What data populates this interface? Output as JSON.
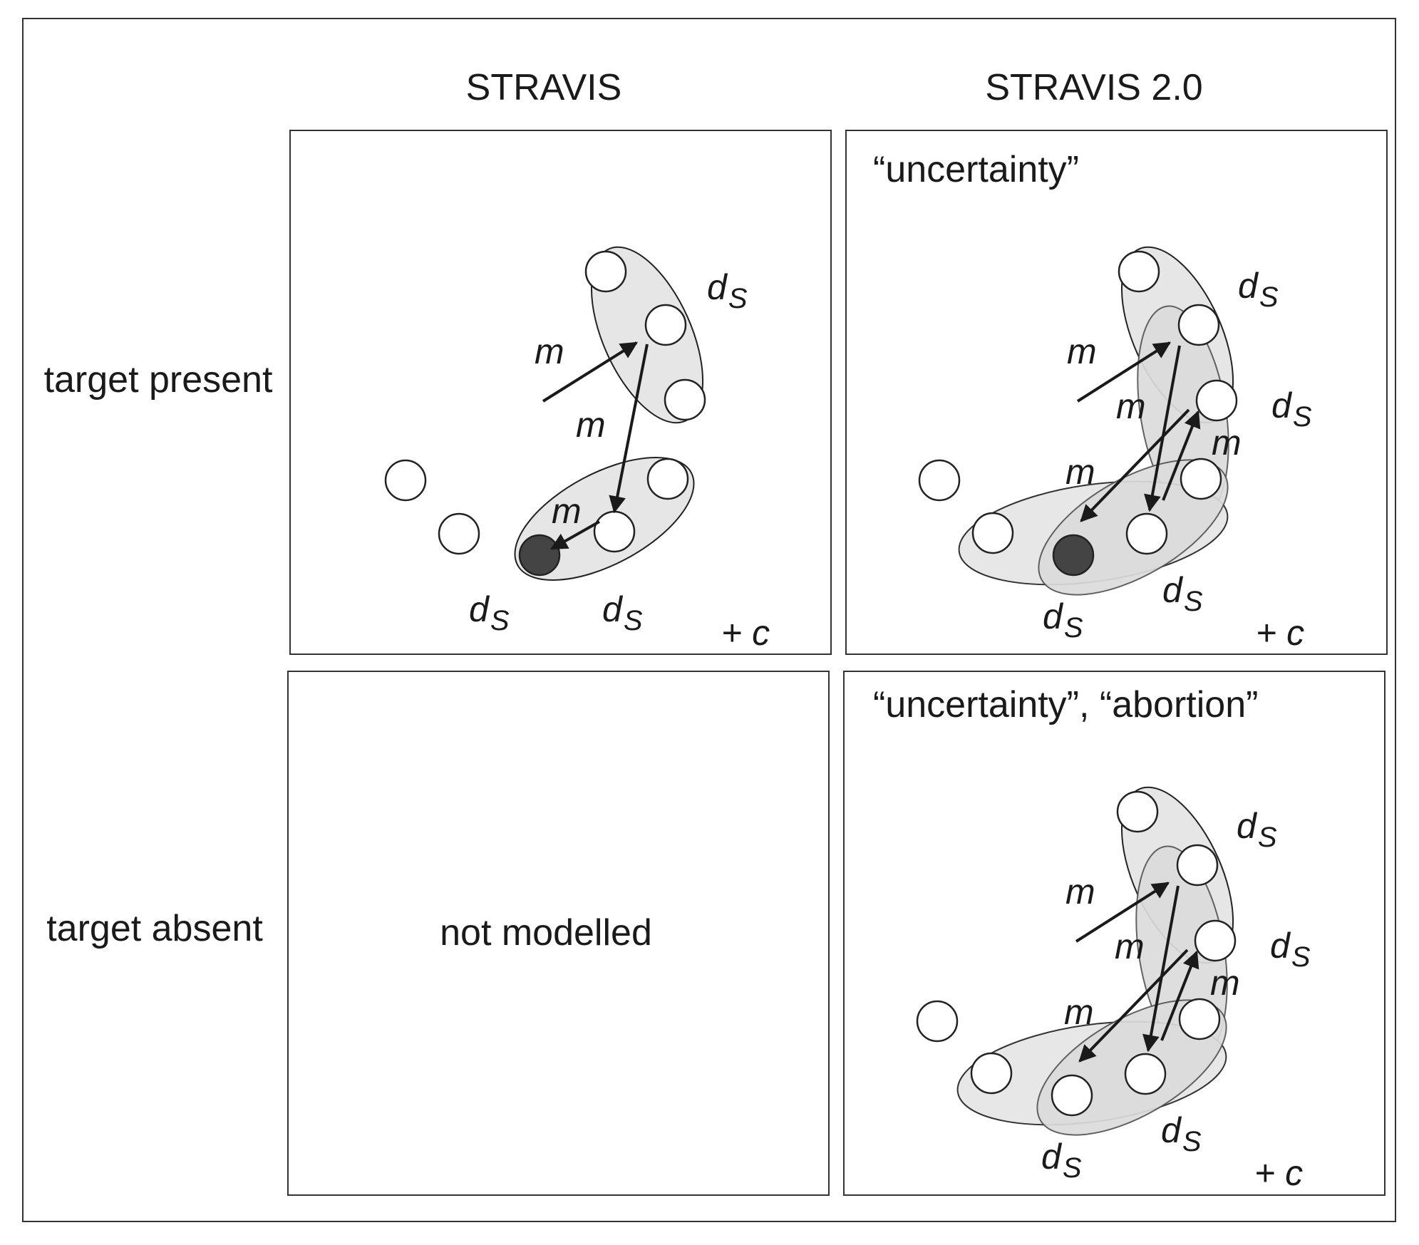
{
  "columns": {
    "left": "STRAVIS",
    "right": "STRAVIS 2.0"
  },
  "rows": {
    "top": "target present",
    "bottom": "target absent"
  },
  "panels": {
    "present_v2_label": "“uncertainty”",
    "absent_v1_label": "not modelled",
    "absent_v2_label": "“uncertainty”, “abortion”"
  },
  "symbols": {
    "move": "m",
    "dwell": "d",
    "dwell_sub": "S",
    "constant": "+ c"
  },
  "colors": {
    "frame": "#333333",
    "group_fill": "#e6e6e6",
    "target_fill": "#444444",
    "arrow": "#1a1a1a"
  }
}
